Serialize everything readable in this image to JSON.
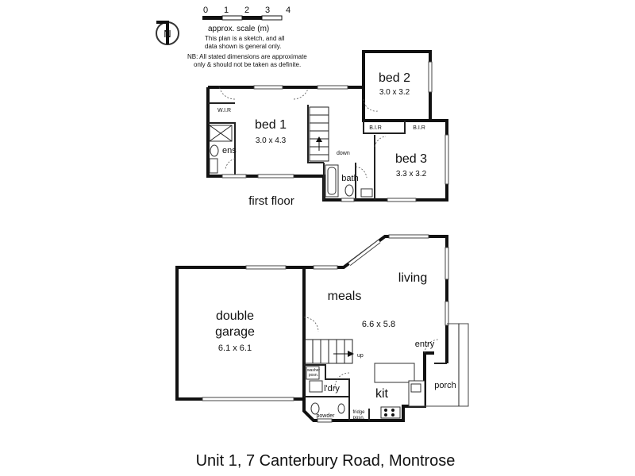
{
  "scale": {
    "ticks": [
      "0",
      "1",
      "2",
      "3",
      "4"
    ],
    "label": "approx. scale (m)"
  },
  "notes": {
    "sketch_line1": "This plan is a sketch, and all",
    "sketch_line2": "data shown is general only.",
    "nb_line1": "NB: All stated dimensions are approximate",
    "nb_line2": "only & should not be taken as definite."
  },
  "compass": {
    "letter": "N"
  },
  "first_floor": {
    "label": "first floor",
    "rooms": {
      "bed1": {
        "name": "bed 1",
        "size": "3.0 x 4.3"
      },
      "bed2": {
        "name": "bed 2",
        "size": "3.0 x 3.2"
      },
      "bed3": {
        "name": "bed 3",
        "size": "3.3 x 3.2"
      },
      "wir": "W.I.R",
      "ens": "ens",
      "bath": "bath",
      "bir1": "B.I.R",
      "bir2": "B.I.R",
      "down": "down"
    }
  },
  "ground_floor": {
    "rooms": {
      "garage_l1": "double",
      "garage_l2": "garage",
      "garage_size": "6.1 x 6.1",
      "meals": "meals",
      "living": "living",
      "living_size": "6.6 x 5.8",
      "entry": "entry",
      "porch": "porch",
      "kit": "kit",
      "ldry": "l'dry",
      "powder": "powder",
      "fridge_l1": "fridge",
      "fridge_l2": "posn.",
      "washer_l1": "washer",
      "washer_l2": "posn.",
      "up": "up"
    }
  },
  "address": "Unit 1, 7 Canterbury Road, Montrose"
}
